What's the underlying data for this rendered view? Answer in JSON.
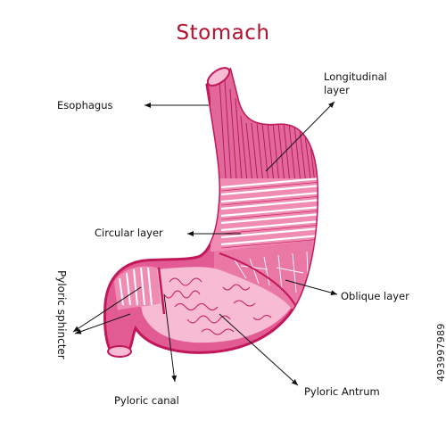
{
  "title": "Stomach",
  "labels": {
    "esophagus": "Esophagus",
    "longitudinal_line1": "Longitudinal",
    "longitudinal_line2": "layer",
    "circular": "Circular layer",
    "oblique": "Oblique layer",
    "pyloric_sphincter": "Pyloric sphincter",
    "pyloric_canal": "Pyloric canal",
    "pyloric_antrum": "Pyloric Antrum"
  },
  "stock_id": "493997989",
  "colors": {
    "title": "#b3122d",
    "outline": "#c2185b",
    "outer_wall": "#e25c93",
    "muscle": "#f08cb4",
    "inner_lining": "#f7bcd3",
    "fold_line": "#c2185b"
  }
}
